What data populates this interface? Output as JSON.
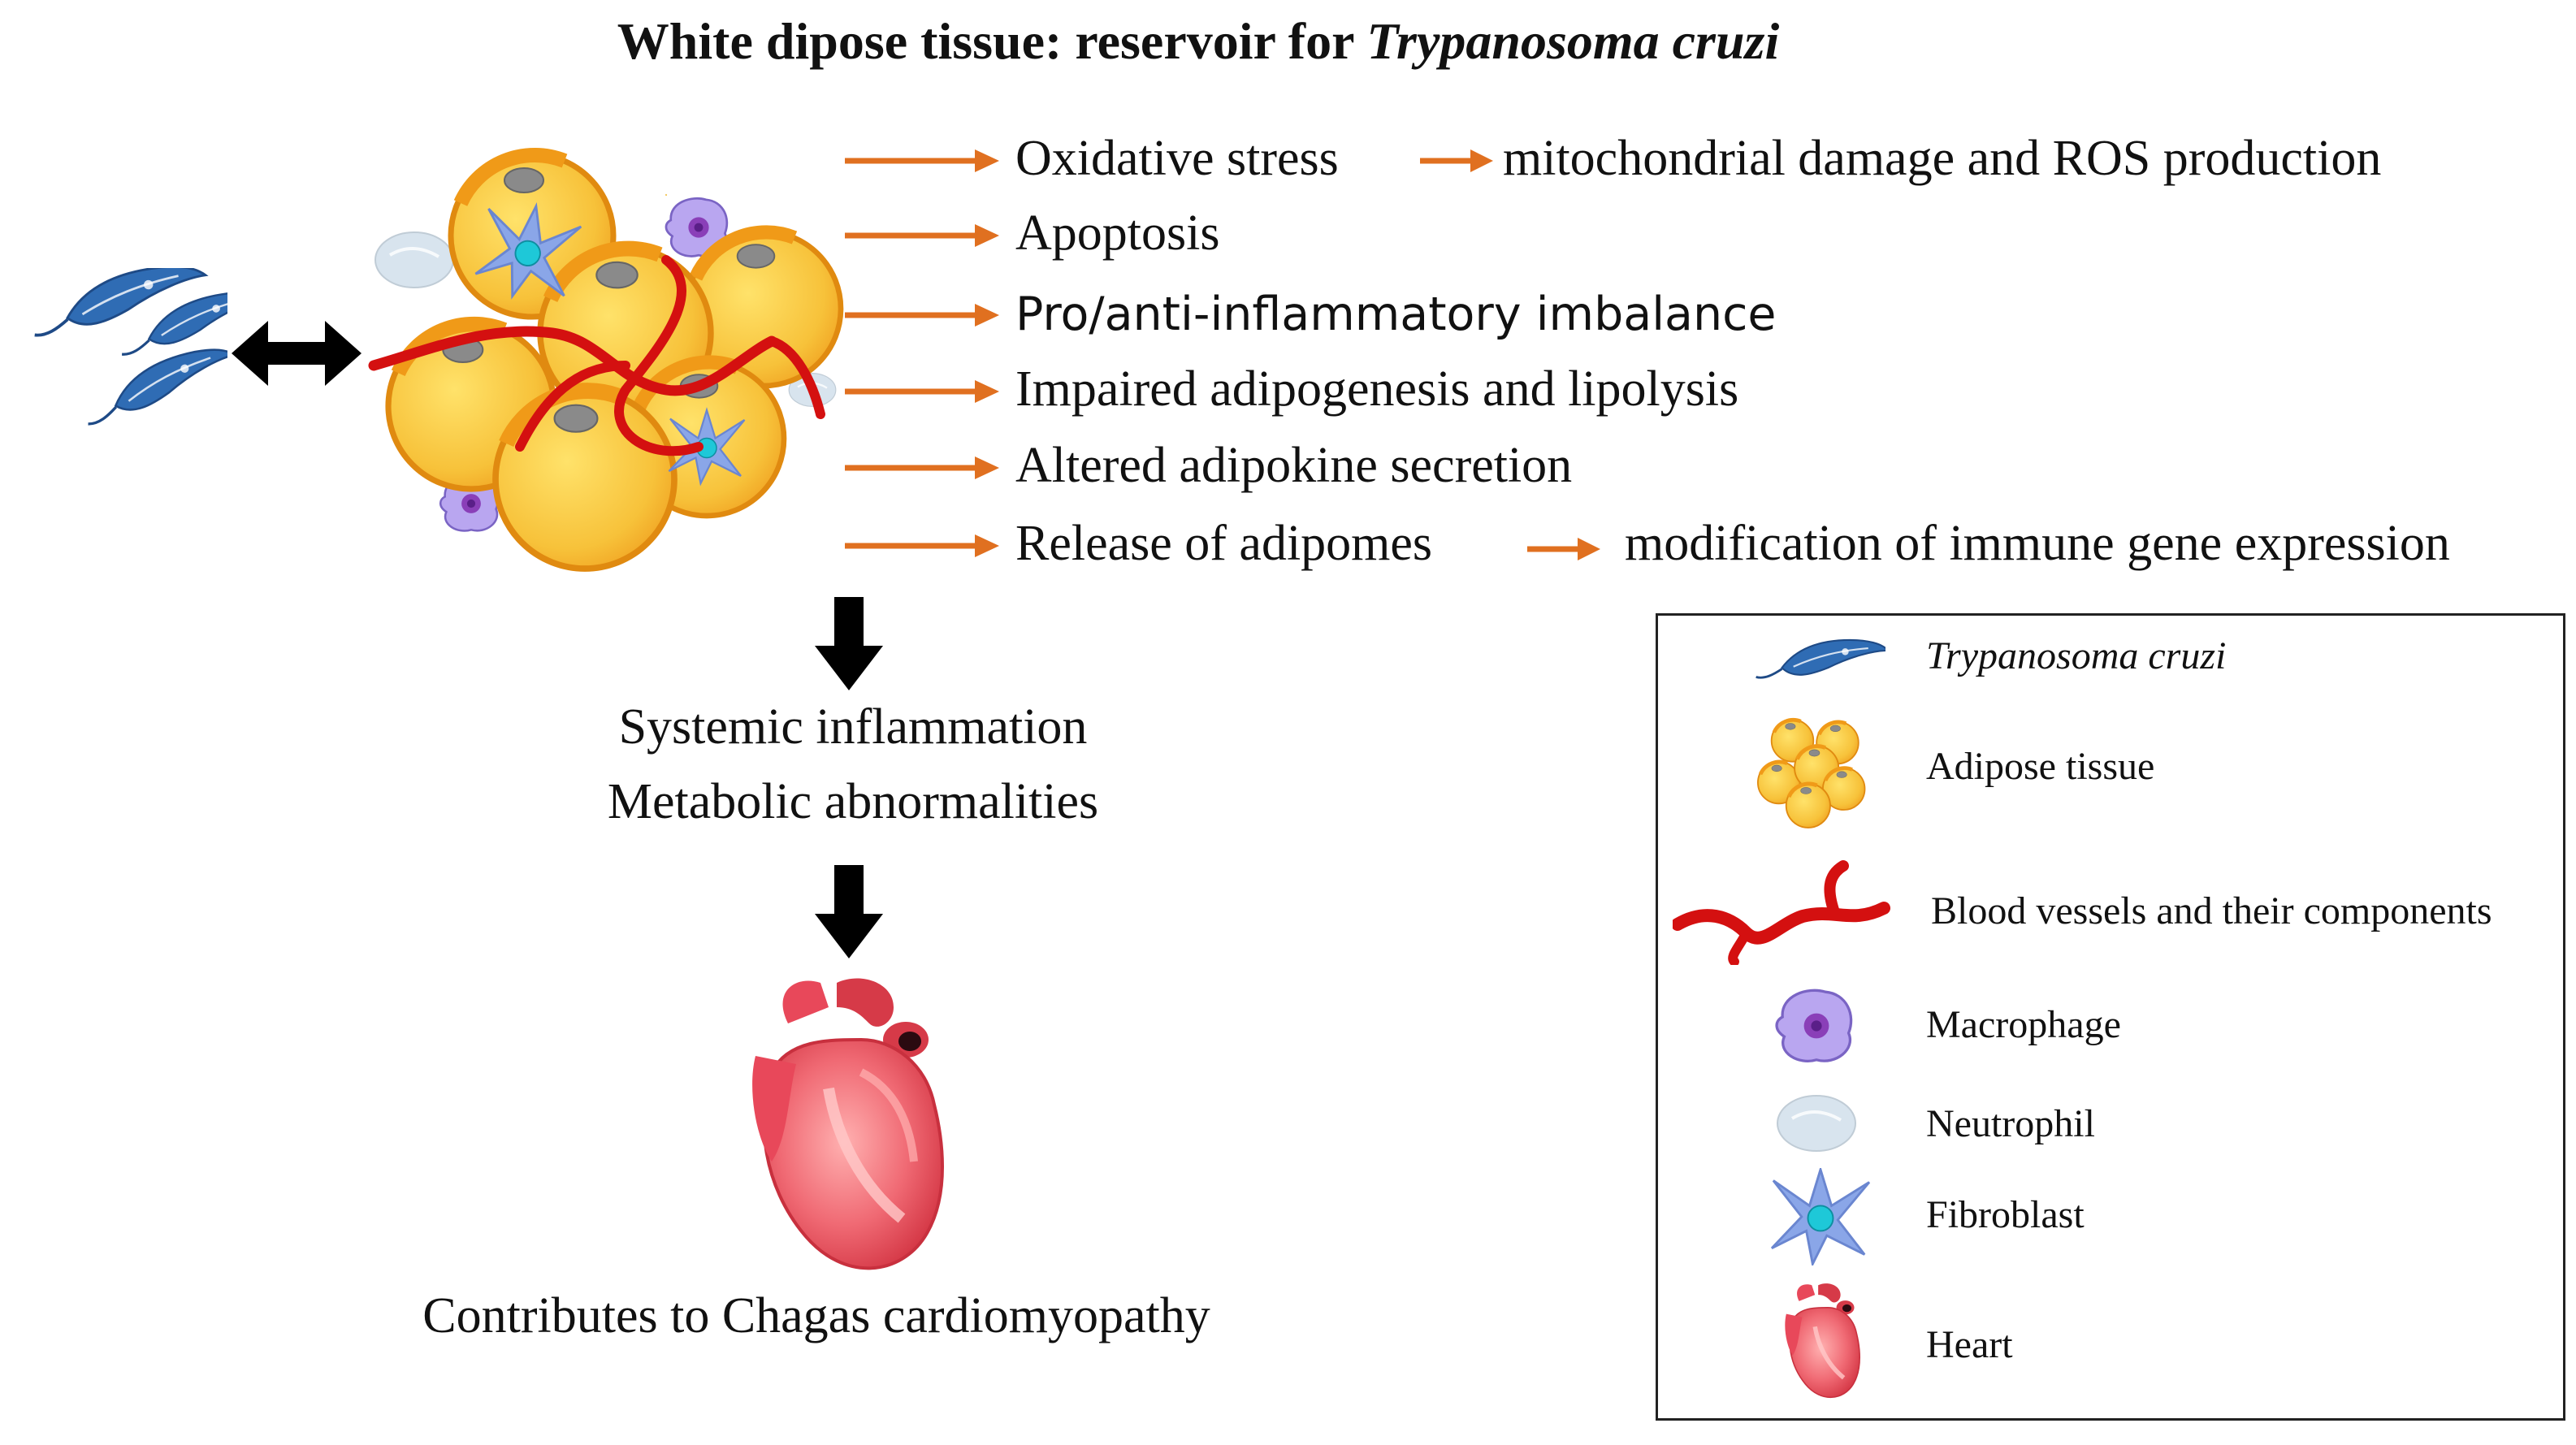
{
  "title": {
    "main": "White dipose tissue: reservoir for ",
    "italic": "Trypanosoma cruzi"
  },
  "effects": [
    {
      "label": "Oxidative stress",
      "sub": "mitochondrial damage and ROS production"
    },
    {
      "label": "Apoptosis"
    },
    {
      "label": "Pro/anti-inflammatory imbalance"
    },
    {
      "label": "Impaired adipogenesis and lipolysis"
    },
    {
      "label": "Altered adipokine secretion"
    },
    {
      "label": "Release of adipomes",
      "sub": "modification of immune gene expression"
    }
  ],
  "outcomes": {
    "line1": "Systemic inflammation",
    "line2": "Metabolic abnormalities",
    "final": "Contributes to Chagas cardiomyopathy"
  },
  "legend": {
    "items": [
      {
        "label": "Trypanosoma cruzi",
        "icon": "trypanosoma-icon"
      },
      {
        "label": "Adipose tissue",
        "icon": "adipose-tissue-icon"
      },
      {
        "label": "Blood vessels and their components",
        "icon": "blood-vessel-icon"
      },
      {
        "label": "Macrophage",
        "icon": "macrophage-icon"
      },
      {
        "label": "Neutrophil",
        "icon": "neutrophil-icon"
      },
      {
        "label": "Fibroblast",
        "icon": "fibroblast-icon"
      },
      {
        "label": "Heart",
        "icon": "heart-icon"
      }
    ]
  },
  "colors": {
    "arrow_orange": "#e07020",
    "adipocyte_fill": "#f7c23a",
    "adipocyte_edge": "#e08a10",
    "vessel_red": "#d41010",
    "parasite_blue": "#2f6cb4",
    "macrophage_purple": "#8a5fc8",
    "fibroblast_blue": "#8aa6e8",
    "nucleus_cyan": "#1ec8d8",
    "heart_red": "#e8485a"
  }
}
